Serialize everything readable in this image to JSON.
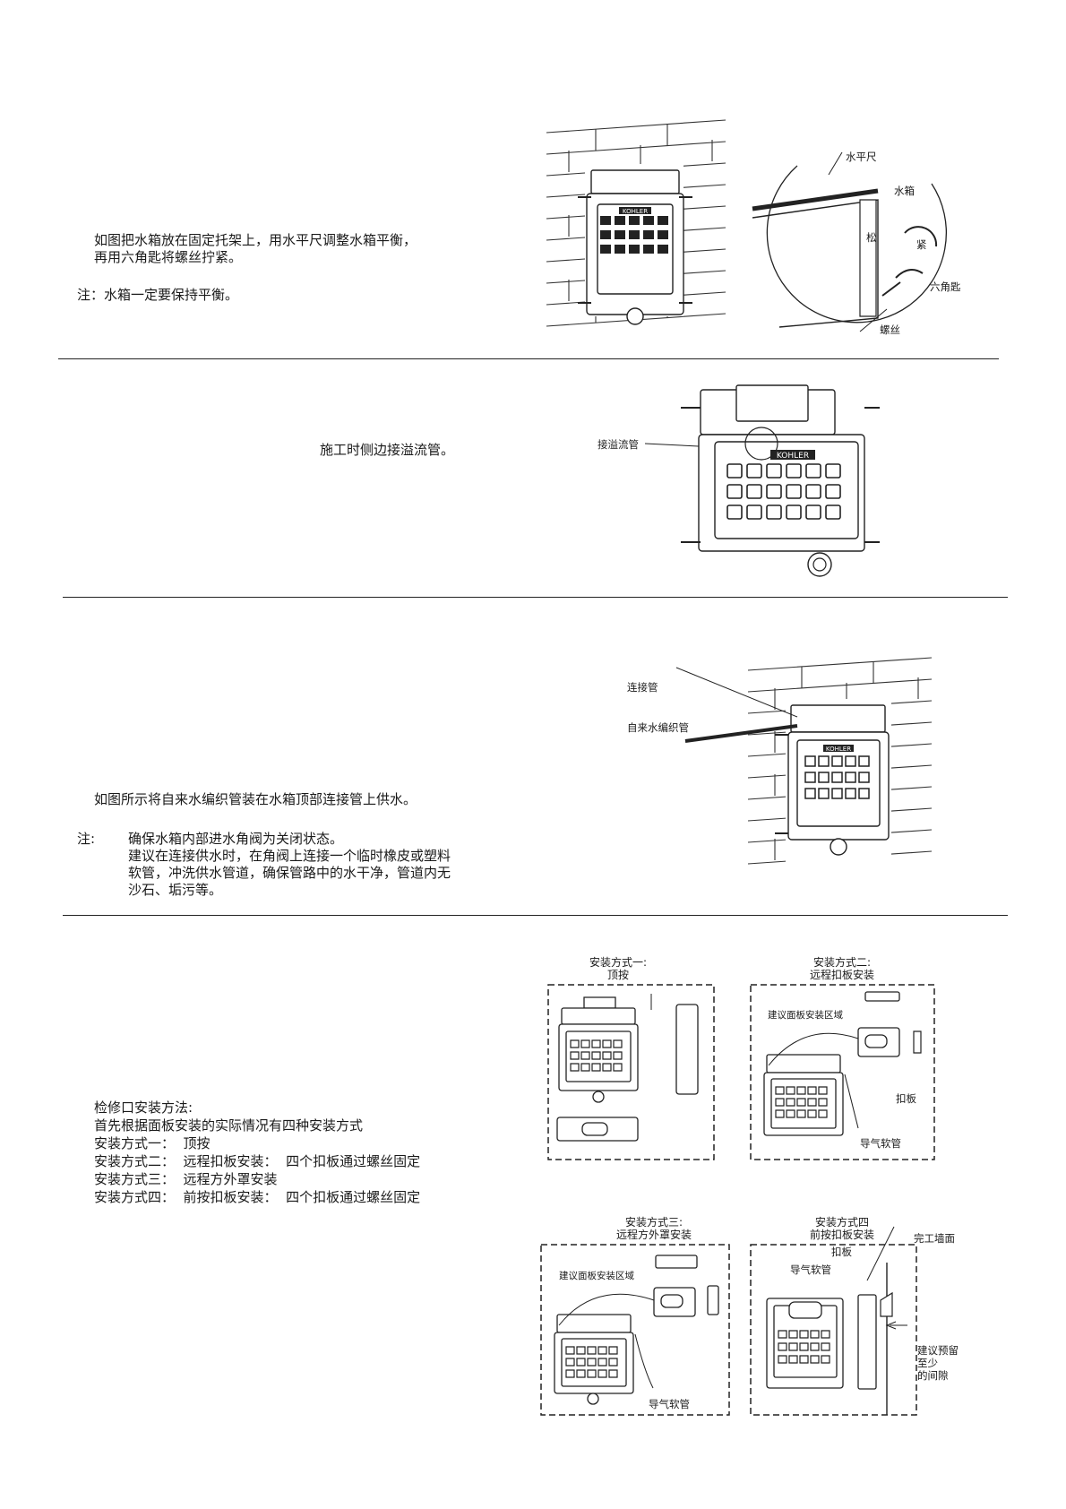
{
  "step1": {
    "line1": "如图把水箱放在固定托架上，用水平尺调整水箱平衡，",
    "line2": "再用六角匙将螺丝拧紧。",
    "note": "注：水箱一定要保持平衡。",
    "labels": {
      "level": "水平尺",
      "tank": "水箱",
      "loose": "松",
      "tight": "紧",
      "hex_key": "六角匙",
      "screw": "螺丝"
    }
  },
  "step2": {
    "text": "施工时侧边接溢流管。",
    "labels": {
      "overflow": "接溢流管"
    }
  },
  "step3": {
    "text": "如图所示将自来水编织管装在水箱顶部连接管上供水。",
    "note_prefix": "注:",
    "note1": "确保水箱内部进水角阀为关闭状态。",
    "note2_line1": "建议在连接供水时，在角阀上连接一个临时橡皮或塑料",
    "note2_line2": "软管，冲洗供水管道，确保管路中的水干净，管道内无",
    "note2_line3": "沙石、垢污等。",
    "labels": {
      "connector": "连接管",
      "braided_hose": "自来水编织管"
    }
  },
  "step4": {
    "title": "检修口安装方法:",
    "intro": "首先根据面板安装的实际情况有四种安装方式",
    "methods": [
      "安装方式一：  顶按",
      "安装方式二：  远程扣板安装：  四个扣板通过螺丝固定",
      "安装方式三：  远程方外罩安装",
      "安装方式四：  前按扣板安装：  四个扣板通过螺丝固定"
    ],
    "fig1": {
      "title": "安装方式一:",
      "subtitle": "顶按"
    },
    "fig2": {
      "title": "安装方式二:",
      "subtitle": "远程扣板安装",
      "area": "建议面板安装区域",
      "plate": "扣板",
      "hose": "导气软管"
    },
    "fig3": {
      "title": "安装方式三:",
      "subtitle": "远程方外罩安装",
      "area": "建议面板安装区域",
      "hose": "导气软管"
    },
    "fig4": {
      "title": "安装方式四",
      "subtitle": "前按扣板安装",
      "wall": "完工墙面",
      "plate": "扣板",
      "hose": "导气软管",
      "gap1": "建议预留",
      "gap2": "至少",
      "gap3": "的间隙"
    }
  },
  "brand": "KOHLER"
}
